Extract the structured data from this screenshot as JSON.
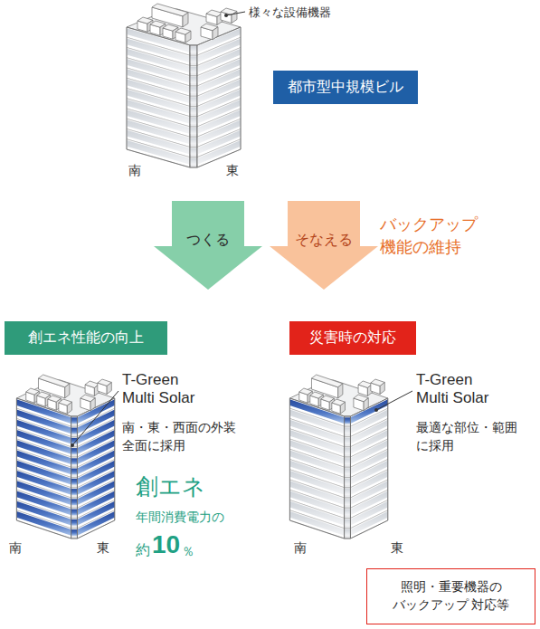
{
  "diagram": {
    "nodes": [
      {
        "text": [
          "都市型中規模ビル"
        ]
      },
      {
        "text": [
          "つくる"
        ]
      },
      {
        "text": [
          "そなえる"
        ]
      },
      {
        "text": [
          "創エネ性能の向上"
        ]
      },
      {
        "text": [
          "災害時の対応"
        ]
      },
      {
        "text": [
          "照明・重要機器の バックアップ 対応等"
        ]
      }
    ],
    "labels": [
      "様々な設備機器",
      "南",
      "東",
      "バックアップ 機能の維持",
      "T-Green Multi Solar",
      "南・東・西面の外装 全面に採用",
      "創エネ",
      "年間消費電力の",
      "約",
      "10",
      "％",
      "南",
      "東",
      "T-Green Multi Solar",
      "最適な部位・範囲 に採用",
      "南",
      "東"
    ]
  }
}
